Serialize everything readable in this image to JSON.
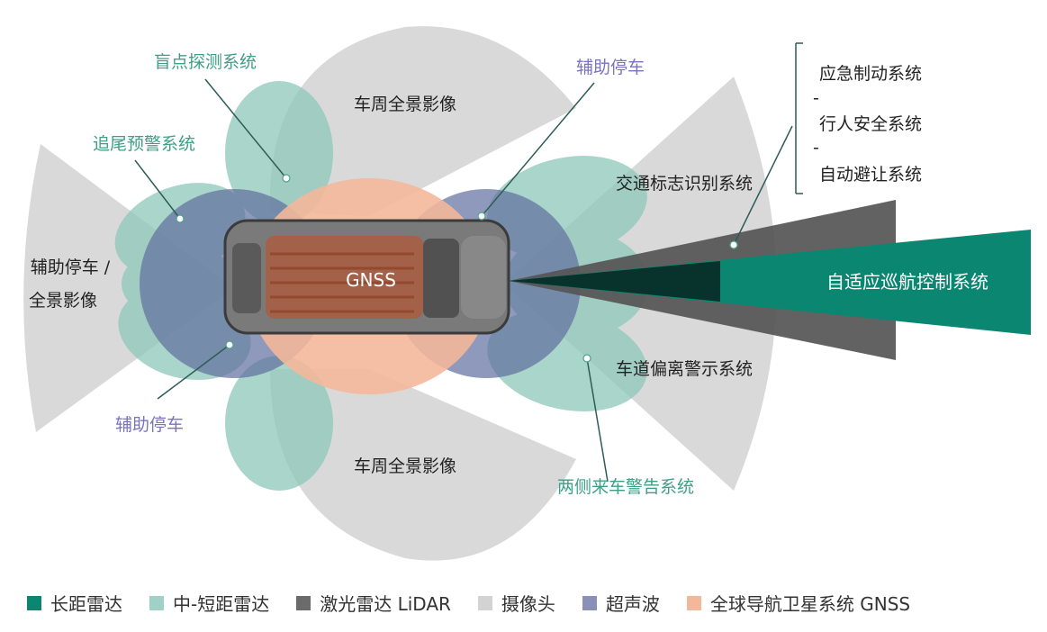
{
  "diagram": {
    "center_label": "GNSS",
    "labels": {
      "top_view": "车周全景影像",
      "bottom_view": "车周全景影像",
      "blind_spot": "盲点探测系统",
      "rear_warning": "追尾预警系统",
      "left_side": [
        "辅助停车 /",
        "全景影像"
      ],
      "park_front": "辅助停车",
      "park_rear": "辅助停车",
      "traffic_sign": "交通标志识别系统",
      "lane_departure": "车道偏离警示系统",
      "cross_traffic": "两侧来车警告系统",
      "acc": "自适应巡航控制系统"
    },
    "lidar_systems": [
      "应急制动系统",
      "行人安全系统",
      "自动避让系统"
    ],
    "separator": "-"
  },
  "legend": [
    {
      "label": "长距雷达",
      "color": "#0b8670"
    },
    {
      "label": "中-短距雷达",
      "color": "#9fd1c6"
    },
    {
      "label": "激光雷达 LiDAR",
      "color": "#6b6b6b"
    },
    {
      "label": "摄像头",
      "color": "#d3d3d3"
    },
    {
      "label": "超声波",
      "color": "#8a90b7"
    },
    {
      "label": "全球导航卫星系统 GNSS",
      "color": "#f3b89a"
    }
  ]
}
